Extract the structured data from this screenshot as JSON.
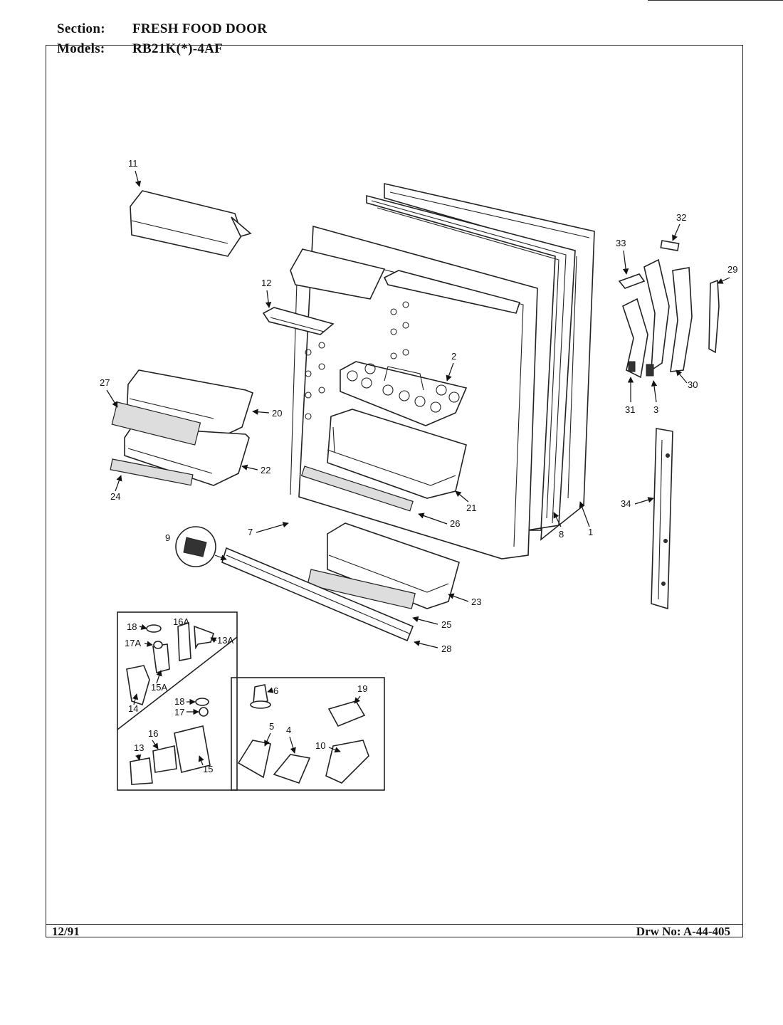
{
  "header": {
    "section_label": "Section:",
    "section_value": "FRESH FOOD DOOR",
    "models_label": "Models:",
    "models_value": "RB21K(*)-4AF"
  },
  "footer": {
    "date": "12/91",
    "drawing_number": "Drw No: A-44-405"
  },
  "callouts": {
    "c1": "1",
    "c2": "2",
    "c3": "3",
    "c4": "4",
    "c5": "5",
    "c6": "6",
    "c7": "7",
    "c8": "8",
    "c9": "9",
    "c10": "10",
    "c11": "11",
    "c12": "12",
    "c13": "13",
    "c13a": "13A",
    "c14": "14",
    "c15": "15",
    "c15a": "15A",
    "c16": "16",
    "c16a": "16A",
    "c17": "17",
    "c17a": "17A",
    "c18a": "18",
    "c18b": "18",
    "c19": "19",
    "c20": "20",
    "c21": "21",
    "c22": "22",
    "c23": "23",
    "c24": "24",
    "c25": "25",
    "c26": "26",
    "c27": "27",
    "c28": "28",
    "c29": "29",
    "c30": "30",
    "c31": "31",
    "c32": "32",
    "c33": "33",
    "c34": "34"
  }
}
